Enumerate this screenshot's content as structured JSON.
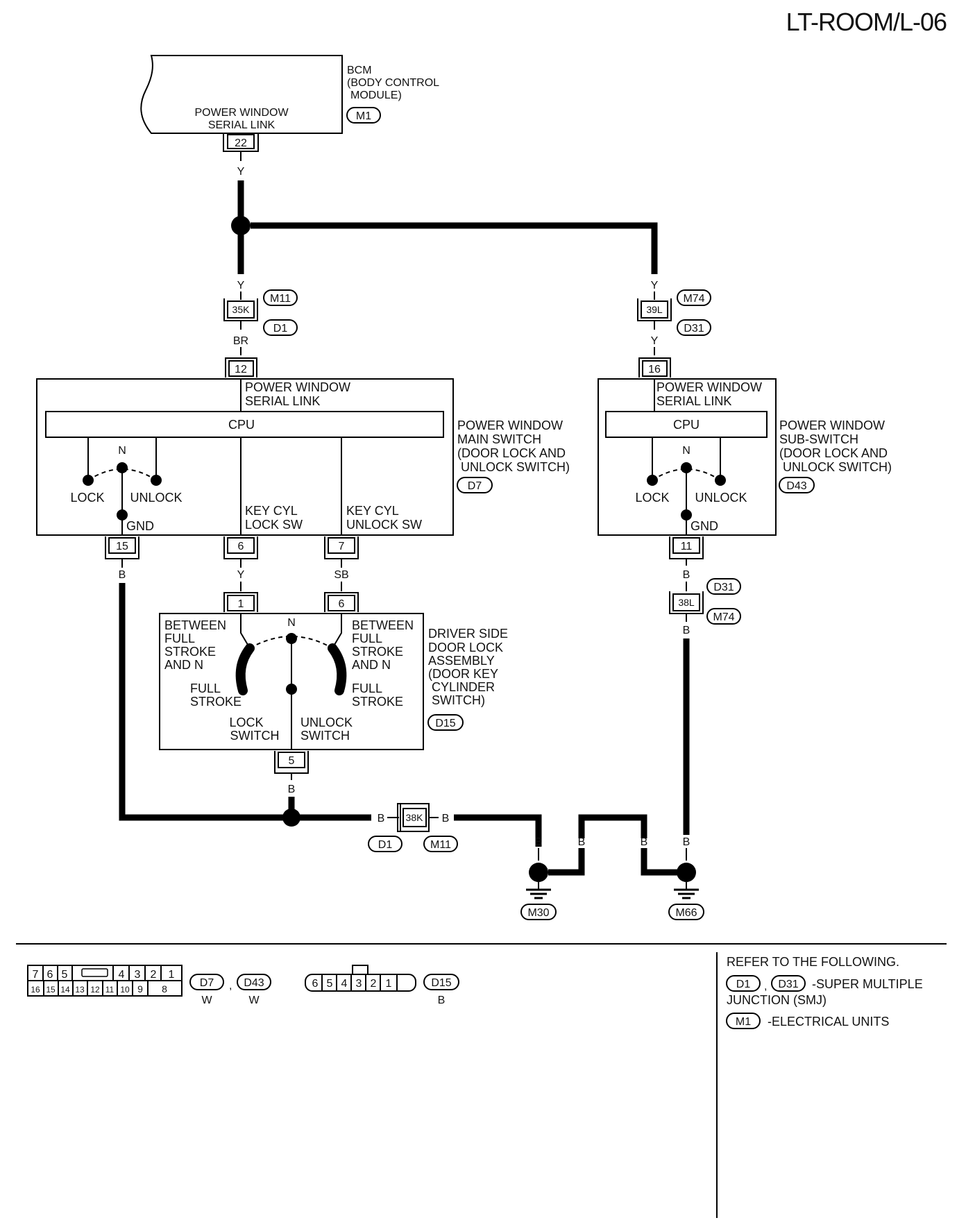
{
  "page_title": "LT-ROOM/L-06",
  "bcm": {
    "name": "BCM",
    "desc1": "(BODY CONTROL",
    "desc2": "MODULE)",
    "conn": "M1",
    "pin_label1": "POWER WINDOW",
    "pin_label2": "SERIAL LINK",
    "pin": "22"
  },
  "wires": {
    "y": "Y",
    "br": "BR",
    "b": "B",
    "sb": "SB"
  },
  "joints": {
    "left_top": "35K",
    "left_top_conn1": "M11",
    "left_top_conn2": "D1",
    "right_top": "39L",
    "right_top_conn1": "M74",
    "right_top_conn2": "D31",
    "right_bottom": "38L",
    "right_bottom_conn1": "D31",
    "right_bottom_conn2": "M74",
    "bottom": "38K",
    "bottom_conn1": "D1",
    "bottom_conn2": "M11"
  },
  "main_switch": {
    "pin_top": "12",
    "serial1": "POWER WINDOW",
    "serial2": "SERIAL LINK",
    "cpu": "CPU",
    "n": "N",
    "lock": "LOCK",
    "unlock": "UNLOCK",
    "gnd": "GND",
    "keylock1": "KEY CYL",
    "keylock2": "LOCK SW",
    "keyunlock1": "KEY CYL",
    "keyunlock2": "UNLOCK SW",
    "pin_gnd": "15",
    "pin_lock": "6",
    "pin_unlock": "7",
    "name1": "POWER WINDOW",
    "name2": "MAIN SWITCH",
    "name3": "(DOOR LOCK AND",
    "name4": "UNLOCK SWITCH)",
    "conn": "D7"
  },
  "sub_switch": {
    "pin_top": "16",
    "serial1": "POWER WINDOW",
    "serial2": "SERIAL LINK",
    "cpu": "CPU",
    "n": "N",
    "lock": "LOCK",
    "unlock": "UNLOCK",
    "gnd": "GND",
    "pin_gnd": "11",
    "name1": "POWER WINDOW",
    "name2": "SUB-SWITCH",
    "name3": "(DOOR LOCK AND",
    "name4": "UNLOCK SWITCH)",
    "conn": "D43"
  },
  "door_lock": {
    "pin_left": "1",
    "pin_right": "6",
    "pin_bottom": "5",
    "n": "N",
    "between1": "BETWEEN",
    "between2": "FULL",
    "between3": "STROKE",
    "between4": "AND N",
    "full1": "FULL",
    "full2": "STROKE",
    "lock1": "LOCK",
    "lock2": "SWITCH",
    "unlock1": "UNLOCK",
    "unlock2": "SWITCH",
    "name1": "DRIVER SIDE",
    "name2": "DOOR LOCK",
    "name3": "ASSEMBLY",
    "name4": "(DOOR KEY",
    "name5": "CYLINDER",
    "name6": "SWITCH)",
    "conn": "D15"
  },
  "grounds": {
    "left": "M30",
    "right": "M66"
  },
  "legend": {
    "conn16_top": [
      "7",
      "6",
      "5",
      "4",
      "3",
      "2",
      "1"
    ],
    "conn16_bottom": [
      "16",
      "15",
      "14",
      "13",
      "12",
      "11",
      "10",
      "9",
      "8"
    ],
    "conn16_ids": [
      "D7",
      "D43"
    ],
    "conn16_sep": ",",
    "conn16_colors": [
      "W",
      "W"
    ],
    "conn6_pins": [
      "6",
      "5",
      "4",
      "3",
      "2",
      "1"
    ],
    "conn6_id": "D15",
    "conn6_color": "B"
  },
  "refer": {
    "heading": "REFER TO THE FOLLOWING.",
    "item1_ids": [
      "D1",
      "D31"
    ],
    "item1_sep": ",",
    "item1_text1": "-SUPER MULTIPLE",
    "item1_text2": "JUNCTION (SMJ)",
    "item2_id": "M1",
    "item2_text": "-ELECTRICAL UNITS"
  }
}
